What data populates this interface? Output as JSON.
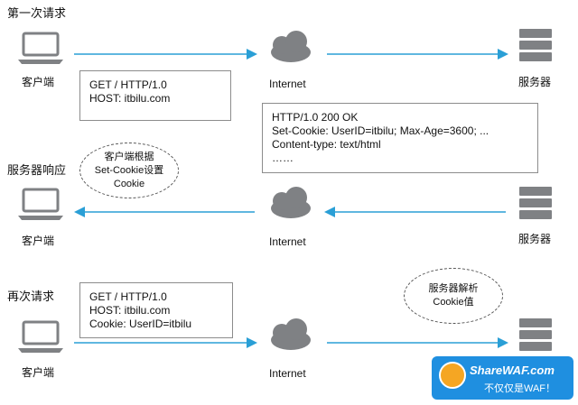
{
  "sections": [
    {
      "title": "第一次请求",
      "client_label": "客户端",
      "cloud_label": "Internet",
      "server_label": "服务器",
      "request_lines": [
        "GET / HTTP/1.0",
        "HOST: itbilu.com"
      ]
    },
    {
      "title": "服务器响应",
      "client_label": "客户端",
      "cloud_label": "Internet",
      "server_label": "服务器",
      "response_lines": [
        "HTTP/1.0 200 OK",
        "Set-Cookie: UserID=itbilu; Max-Age=3600; ...",
        "Content-type: text/html",
        "……"
      ],
      "note_lines": [
        "客户端根据",
        "Set-Cookie设置",
        "Cookie"
      ]
    },
    {
      "title": "再次请求",
      "client_label": "客户端",
      "cloud_label": "Internet",
      "request_lines": [
        "GET / HTTP/1.0",
        "HOST: itbilu.com",
        "Cookie: UserID=itbilu"
      ],
      "note_lines": [
        "服务器解析",
        "Cookie值"
      ]
    }
  ],
  "watermark": {
    "name": "ShareWAF.com",
    "slogan": "不仅仅是WAF！"
  },
  "colors": {
    "arrow": "#2a9fd6",
    "icon": "#7f8184",
    "badge": "#1f8fe0"
  }
}
